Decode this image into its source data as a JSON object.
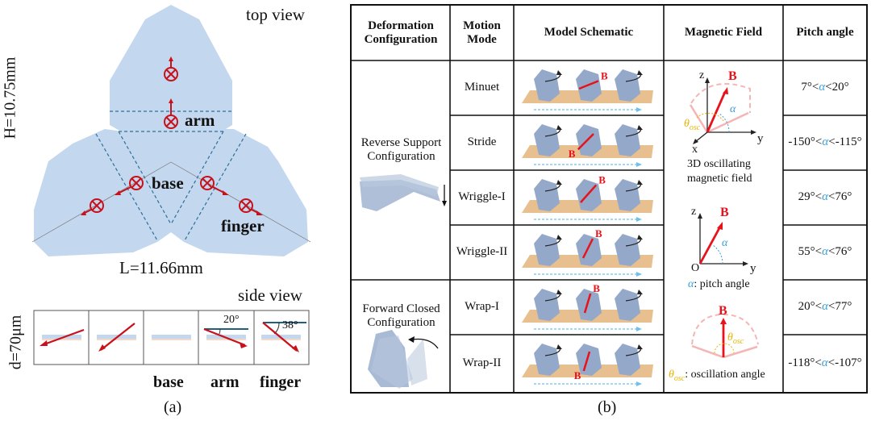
{
  "panel_a": {
    "top_view_label": "top view",
    "side_view_label": "side view",
    "height_label": "H=10.75mm",
    "length_label": "L=11.66mm",
    "thickness_label": "d=70μm",
    "region_labels": {
      "arm": "arm",
      "base": "base",
      "finger": "finger"
    },
    "side_view_segments": [
      "",
      "",
      "base",
      "arm",
      "finger"
    ],
    "angles": {
      "arm": "20°",
      "finger": "38°"
    },
    "caption": "(a)"
  },
  "panel_b": {
    "caption": "(b)",
    "headers": [
      "Deformation Configuration",
      "Motion Mode",
      "Model Schematic",
      "Magnetic Field",
      "Pitch angle"
    ],
    "configurations": [
      {
        "label": "Reverse Support Configuration",
        "modes": [
          "Minuet",
          "Stride",
          "Wriggle-I",
          "Wriggle-II"
        ]
      },
      {
        "label": "Forward Closed Configuration",
        "modes": [
          "Wrap-I",
          "Wrap-II"
        ]
      }
    ],
    "rows": [
      {
        "mode": "Minuet",
        "pitch_low": "7°",
        "pitch_high": "20°"
      },
      {
        "mode": "Stride",
        "pitch_low": "-150°",
        "pitch_high": "-115°"
      },
      {
        "mode": "Wriggle-I",
        "pitch_low": "29°",
        "pitch_high": "76°"
      },
      {
        "mode": "Wriggle-II",
        "pitch_low": "55°",
        "pitch_high": "76°"
      },
      {
        "mode": "Wrap-I",
        "pitch_low": "20°",
        "pitch_high": "77°"
      },
      {
        "mode": "Wrap-II",
        "pitch_low": "-118°",
        "pitch_high": "-107°"
      }
    ],
    "pitch_symbol": "α",
    "lt": "<",
    "field_B": "B",
    "magnetic_field": {
      "osc_desc_line1": "3D oscillating",
      "osc_desc_line2": "magnetic field",
      "pitch_desc": ": pitch angle",
      "osc_angle_desc": ": oscillation angle",
      "theta_symbol": "θ",
      "theta_sub": "osc",
      "axis_x": "x",
      "axis_y": "y",
      "axis_z": "z",
      "origin": "O"
    }
  },
  "colors": {
    "sheet": "#c3d7ee",
    "fold_line": "#2f6f98",
    "magnet": "#c8111a",
    "field_red": "#e8121b",
    "field_pink": "#f5b5b5",
    "alpha": "#3aa0d8",
    "theta": "#e8b400",
    "wood": "#e8bf8f",
    "robot": "#94a9c9",
    "travel_arrow": "#6ec1ea"
  }
}
